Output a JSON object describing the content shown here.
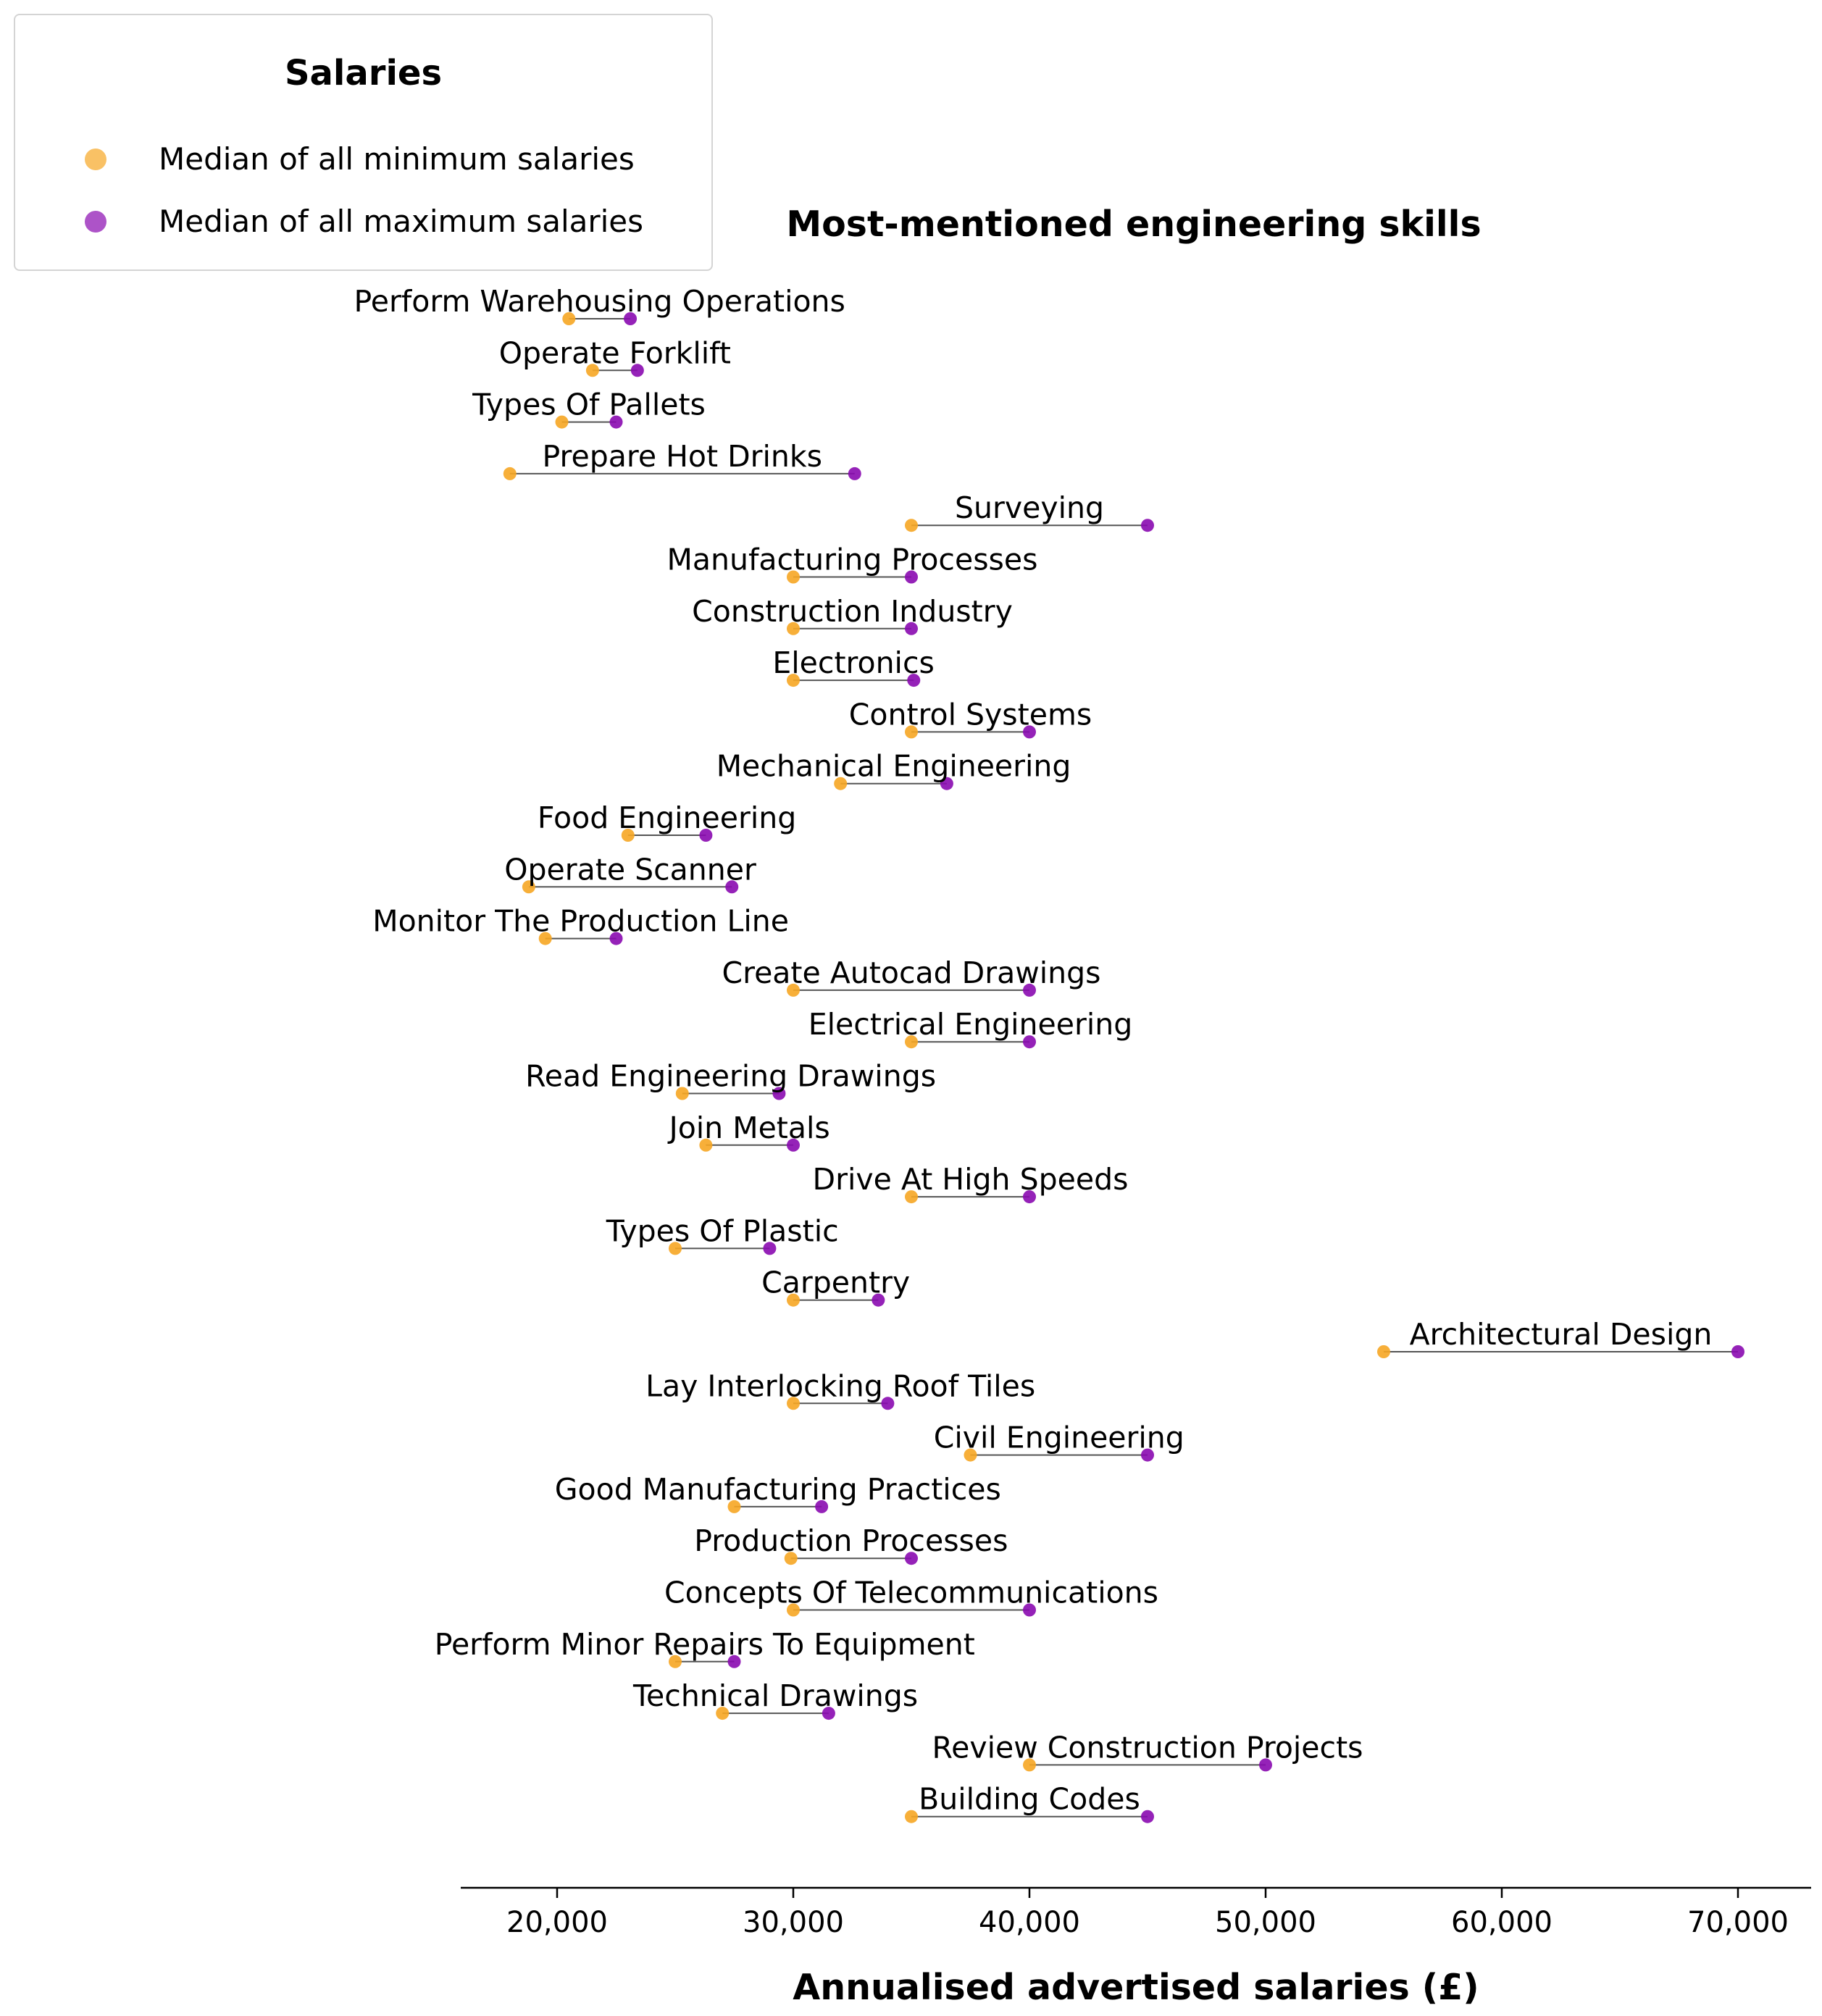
{
  "chart_data": {
    "type": "dumbbell",
    "title": "Most-mentioned engineering skills",
    "xlabel": "Annualised advertised salaries (£)",
    "xlim": [
      15500,
      72500
    ],
    "xticks": [
      20000,
      30000,
      40000,
      50000,
      60000,
      70000
    ],
    "xtick_labels": [
      "20,000",
      "30,000",
      "40,000",
      "50,000",
      "60,000",
      "70,000"
    ],
    "grid": false,
    "legend": {
      "title": "Salaries",
      "placement": "top-left",
      "entries": [
        {
          "label": "Median of all minimum salaries",
          "color": "#f6a623"
        },
        {
          "label": "Median of all maximum salaries",
          "color": "#8a0ab0"
        }
      ]
    },
    "rows": [
      {
        "label": "Perform Warehousing Operations",
        "min": 20500,
        "max": 23100
      },
      {
        "label": "Operate Forklift",
        "min": 21500,
        "max": 23400
      },
      {
        "label": "Types Of Pallets",
        "min": 20200,
        "max": 22500
      },
      {
        "label": "Prepare Hot Drinks",
        "min": 18000,
        "max": 32600
      },
      {
        "label": "Surveying",
        "min": 35000,
        "max": 45000
      },
      {
        "label": "Manufacturing Processes",
        "min": 30000,
        "max": 35000
      },
      {
        "label": "Construction Industry",
        "min": 30000,
        "max": 35000
      },
      {
        "label": "Electronics",
        "min": 30000,
        "max": 35100
      },
      {
        "label": "Control Systems",
        "min": 35000,
        "max": 40000
      },
      {
        "label": "Mechanical Engineering",
        "min": 32000,
        "max": 36500
      },
      {
        "label": "Food Engineering",
        "min": 23000,
        "max": 26300
      },
      {
        "label": "Operate Scanner",
        "min": 18800,
        "max": 27400
      },
      {
        "label": "Monitor The Production Line",
        "min": 19500,
        "max": 22500
      },
      {
        "label": "Create Autocad Drawings",
        "min": 30000,
        "max": 40000
      },
      {
        "label": "Electrical Engineering",
        "min": 35000,
        "max": 40000
      },
      {
        "label": "Read Engineering Drawings",
        "min": 25300,
        "max": 29400
      },
      {
        "label": "Join Metals",
        "min": 26300,
        "max": 30000
      },
      {
        "label": "Drive At High Speeds",
        "min": 35000,
        "max": 40000
      },
      {
        "label": "Types Of Plastic",
        "min": 25000,
        "max": 29000
      },
      {
        "label": "Carpentry",
        "min": 30000,
        "max": 33600
      },
      {
        "label": "Architectural Design",
        "min": 55000,
        "max": 70000
      },
      {
        "label": "Lay Interlocking Roof Tiles",
        "min": 30000,
        "max": 34000
      },
      {
        "label": "Civil Engineering",
        "min": 37500,
        "max": 45000
      },
      {
        "label": "Good Manufacturing Practices",
        "min": 27500,
        "max": 31200
      },
      {
        "label": "Production Processes",
        "min": 29900,
        "max": 35000
      },
      {
        "label": "Concepts Of Telecommunications",
        "min": 30000,
        "max": 40000
      },
      {
        "label": "Perform Minor Repairs To Equipment",
        "min": 25000,
        "max": 27500
      },
      {
        "label": "Technical Drawings",
        "min": 27000,
        "max": 31500
      },
      {
        "label": "Review Construction Projects",
        "min": 40000,
        "max": 50000
      },
      {
        "label": "Building Codes",
        "min": 35000,
        "max": 45000
      }
    ]
  }
}
